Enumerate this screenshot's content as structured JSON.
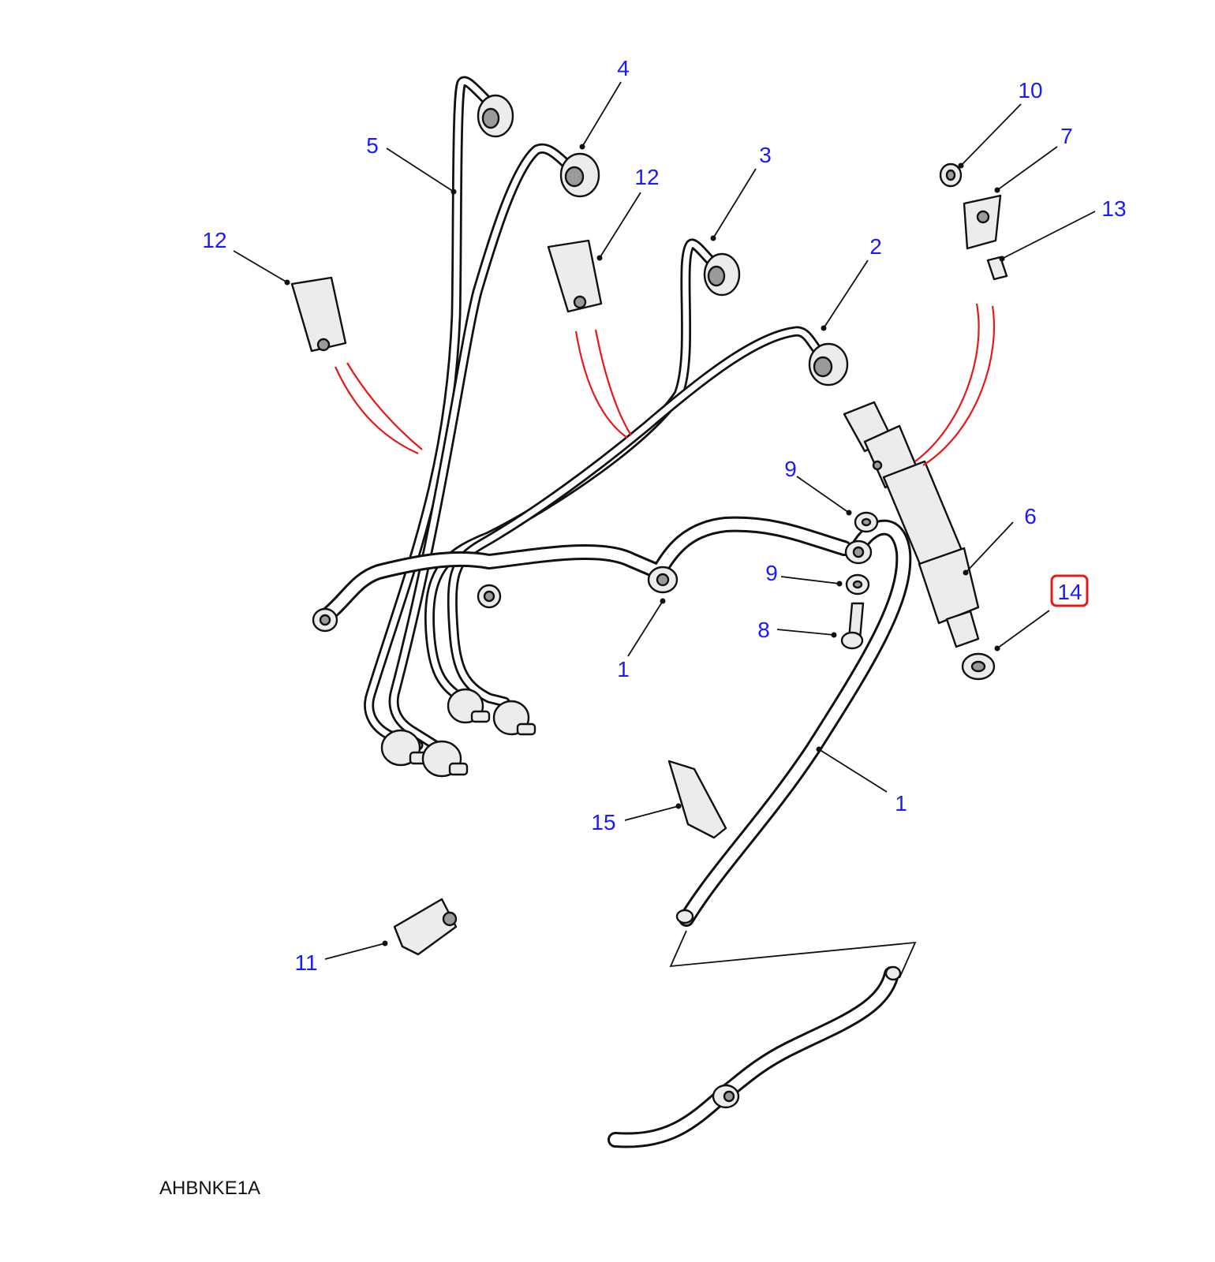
{
  "diagram": {
    "code": "AHBNKE1A",
    "highlight_color": "#e21b1b",
    "callout_color": "#1a1aff",
    "callouts": [
      {
        "id": "c-4",
        "label": "4"
      },
      {
        "id": "c-5",
        "label": "5"
      },
      {
        "id": "c-3",
        "label": "3"
      },
      {
        "id": "c-12a",
        "label": "12"
      },
      {
        "id": "c-12b",
        "label": "12"
      },
      {
        "id": "c-2",
        "label": "2"
      },
      {
        "id": "c-10",
        "label": "10"
      },
      {
        "id": "c-7",
        "label": "7"
      },
      {
        "id": "c-13",
        "label": "13"
      },
      {
        "id": "c-9a",
        "label": "9"
      },
      {
        "id": "c-9b",
        "label": "9"
      },
      {
        "id": "c-6",
        "label": "6"
      },
      {
        "id": "c-14",
        "label": "14",
        "highlighted": true
      },
      {
        "id": "c-8",
        "label": "8"
      },
      {
        "id": "c-1a",
        "label": "1"
      },
      {
        "id": "c-1b",
        "label": "1"
      },
      {
        "id": "c-15",
        "label": "15"
      },
      {
        "id": "c-11",
        "label": "11"
      }
    ]
  }
}
